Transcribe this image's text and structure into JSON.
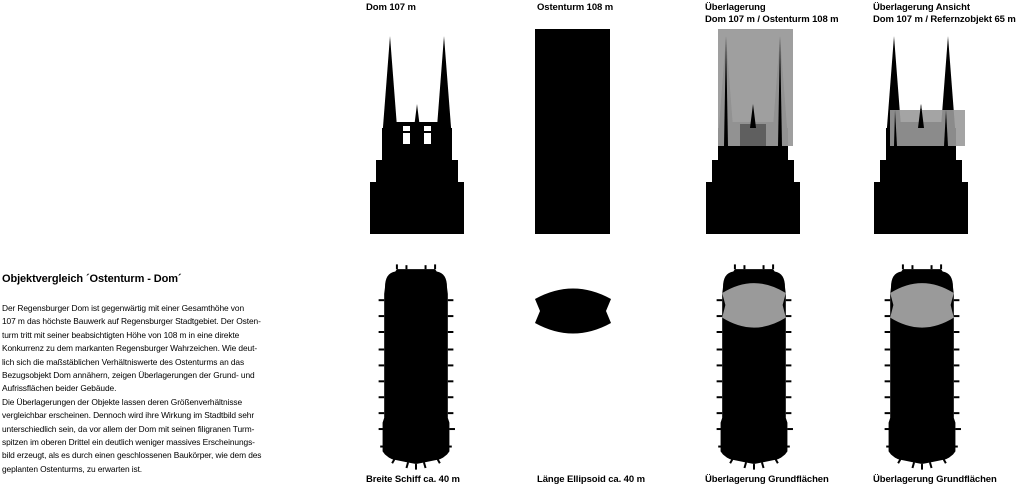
{
  "colors": {
    "ink": "#000000",
    "overlay": "#9a9a9a",
    "background": "#ffffff"
  },
  "elevation_labels": [
    {
      "lines": [
        "Dom 107 m"
      ]
    },
    {
      "lines": [
        "Ostenturm 108 m"
      ]
    },
    {
      "lines": [
        "Überlagerung",
        "Dom 107 m / Ostenturm 108 m"
      ]
    },
    {
      "lines": [
        "Überlagerung  Ansicht",
        "Dom 107 m / Refernzobjekt 65 m"
      ]
    }
  ],
  "plan_labels": [
    "Breite Schiff ca. 40 m",
    "Länge Ellipsoid ca. 40 m",
    "Überlagerung Grundflächen",
    "Überlagerung Grundflächen"
  ],
  "description": {
    "title": "Objektvergleich ´Ostenturm - Dom´",
    "lines": [
      "Der Regensburger Dom ist gegenwärtig mit einer Gesamthöhe von",
      "107 m das höchste Bauwerk auf Regensburger Stadtgebiet. Der Osten-",
      "turm tritt mit seiner beabsichtigten Höhe von 108 m in eine direkte",
      "Konkurrenz zu dem markanten Regensburger Wahrzeichen. Wie deut-",
      "lich sich die maßstäblichen Verhältniswerte des Ostenturms an das",
      "Bezugsobjekt Dom annähern, zeigen Überlagerungen der Grund- und",
      "Aufrissflächen beider Gebäude.",
      "Die Überlagerungen der Objekte lassen deren Größenverhältnisse",
      "vergleichbar erscheinen. Dennoch wird ihre Wirkung im Stadtbild sehr",
      "unterschiedlich sein, da vor allem der Dom mit seinen filigranen Turm-",
      "spitzen im oberen Drittel ein deutlich weniger massives Erscheinungs-",
      "bild erzeugt, als es durch einen geschlossenen Baukörper, wie dem des",
      "geplanten Ostenturms, zu erwarten ist."
    ]
  }
}
